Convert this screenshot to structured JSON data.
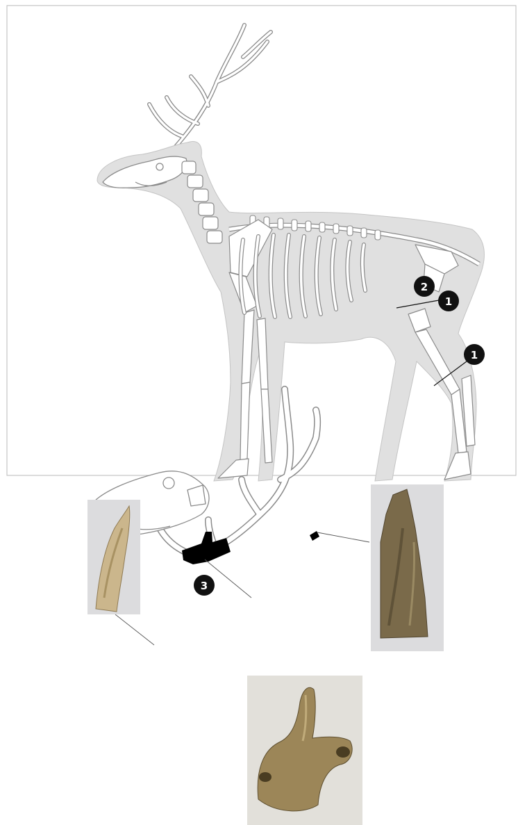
{
  "markers": {
    "m1_pelvis": "1",
    "m1_tibia": "1",
    "m2_femur": "2",
    "m3_antler": "3"
  },
  "colors": {
    "silhouette": "#e0e0e0",
    "bone_stroke": "#8a8a8a",
    "bone_fill": "#ffffff",
    "marker": "#111111",
    "highlight": "#000000",
    "photo_bg": "#dcdcde"
  },
  "icons": [
    "deer-silhouette",
    "deer-skeleton",
    "antler-outline",
    "skull-outline"
  ]
}
